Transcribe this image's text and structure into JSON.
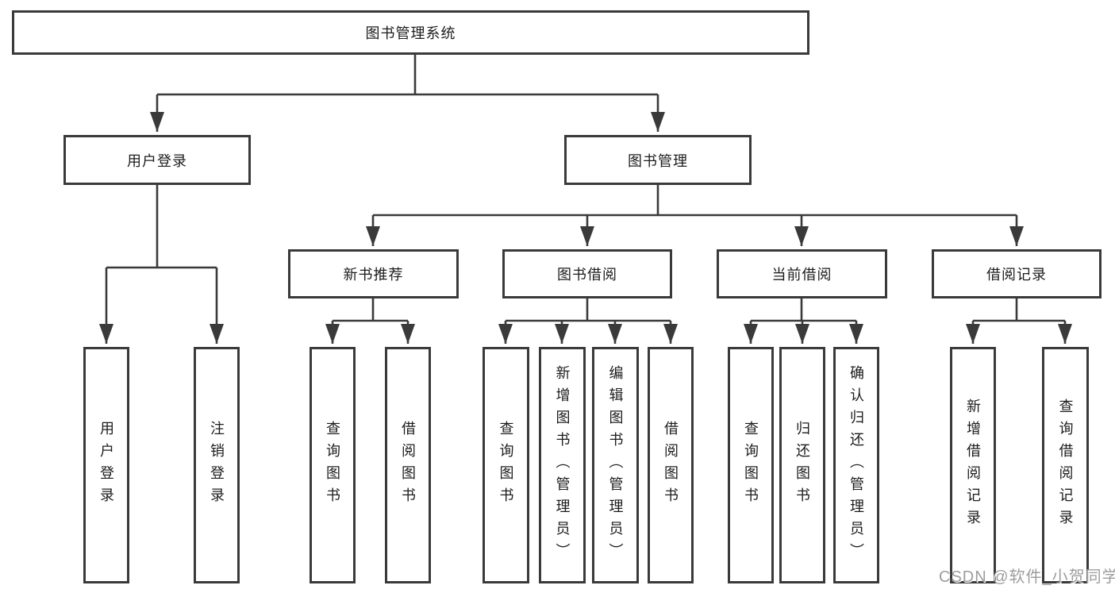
{
  "diagram": {
    "type": "tree",
    "root": {
      "label": "图书管理系统"
    },
    "level2": [
      {
        "label": "用户登录",
        "parent": "图书管理系统"
      },
      {
        "label": "图书管理",
        "parent": "图书管理系统"
      }
    ],
    "level3": [
      {
        "label": "新书推荐",
        "parent": "图书管理"
      },
      {
        "label": "图书借阅",
        "parent": "图书管理"
      },
      {
        "label": "当前借阅",
        "parent": "图书管理"
      },
      {
        "label": "借阅记录",
        "parent": "图书管理"
      }
    ],
    "leaves": [
      {
        "label": "用户登录",
        "parent": "用户登录"
      },
      {
        "label": "注销登录",
        "parent": "用户登录"
      },
      {
        "label": "查询图书",
        "parent": "新书推荐"
      },
      {
        "label": "借阅图书",
        "parent": "新书推荐"
      },
      {
        "label": "查询图书",
        "parent": "图书借阅"
      },
      {
        "label": "新增图书（管理员）",
        "parent": "图书借阅"
      },
      {
        "label": "编辑图书（管理员）",
        "parent": "图书借阅"
      },
      {
        "label": "借阅图书",
        "parent": "图书借阅"
      },
      {
        "label": "查询图书",
        "parent": "当前借阅"
      },
      {
        "label": "归还图书",
        "parent": "当前借阅"
      },
      {
        "label": "确认归还（管理员）",
        "parent": "当前借阅"
      },
      {
        "label": "新增借阅记录",
        "parent": "借阅记录"
      },
      {
        "label": "查询借阅记录",
        "parent": "借阅记录"
      }
    ]
  },
  "watermark": "CSDN @软件_小贺同学",
  "colors": {
    "line": "#3a3a3a",
    "box_border": "#3a3a3a",
    "text": "#1c1c1c",
    "watermark": "#9d9d9d",
    "background": "#ffffff"
  }
}
